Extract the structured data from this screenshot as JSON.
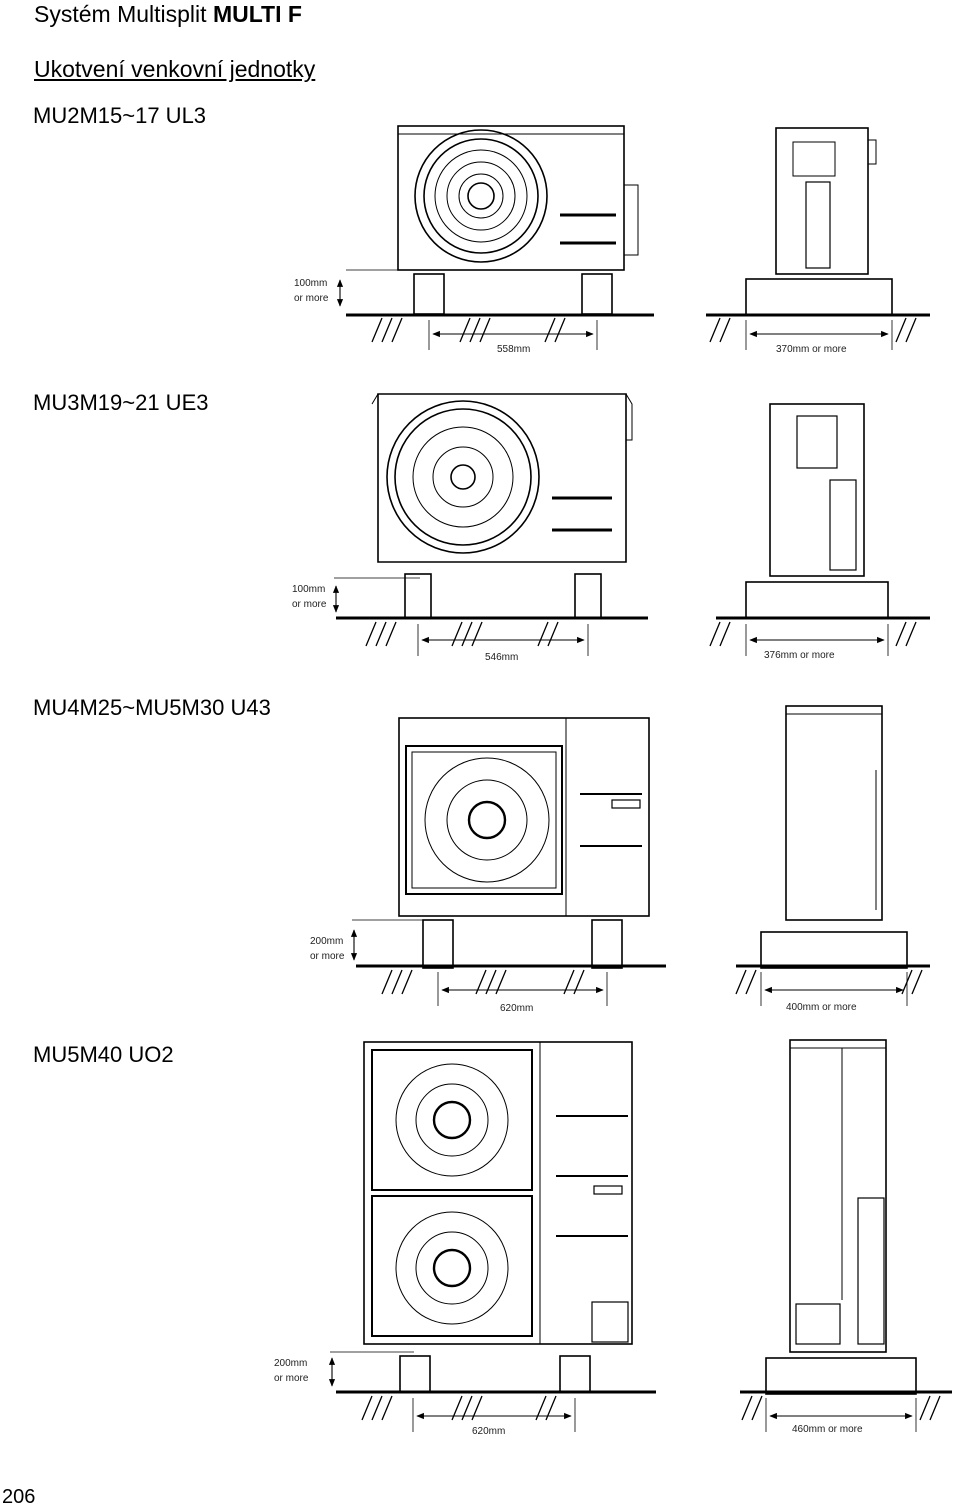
{
  "header": {
    "series_prefix": "Systém Multisplit ",
    "series_bold": "MULTI F",
    "subtitle": "Ukotvení venkovní jednotky"
  },
  "page_number": "206",
  "sections": [
    {
      "model": "MU2M15~17 UL3",
      "height_label_1": "100mm",
      "height_label_2": "or more",
      "width_label": "558mm",
      "side_label": "370mm or more"
    },
    {
      "model": "MU3M19~21 UE3",
      "height_label_1": "100mm",
      "height_label_2": "or more",
      "width_label": "546mm",
      "side_label": "376mm or more"
    },
    {
      "model": "MU4M25~MU5M30 U43",
      "height_label_1": "200mm",
      "height_label_2": "or more",
      "width_label": "620mm",
      "side_label": "400mm or more"
    },
    {
      "model": "MU5M40 UO2",
      "height_label_1": "200mm",
      "height_label_2": "or more",
      "width_label": "620mm",
      "side_label": "460mm or more"
    }
  ]
}
